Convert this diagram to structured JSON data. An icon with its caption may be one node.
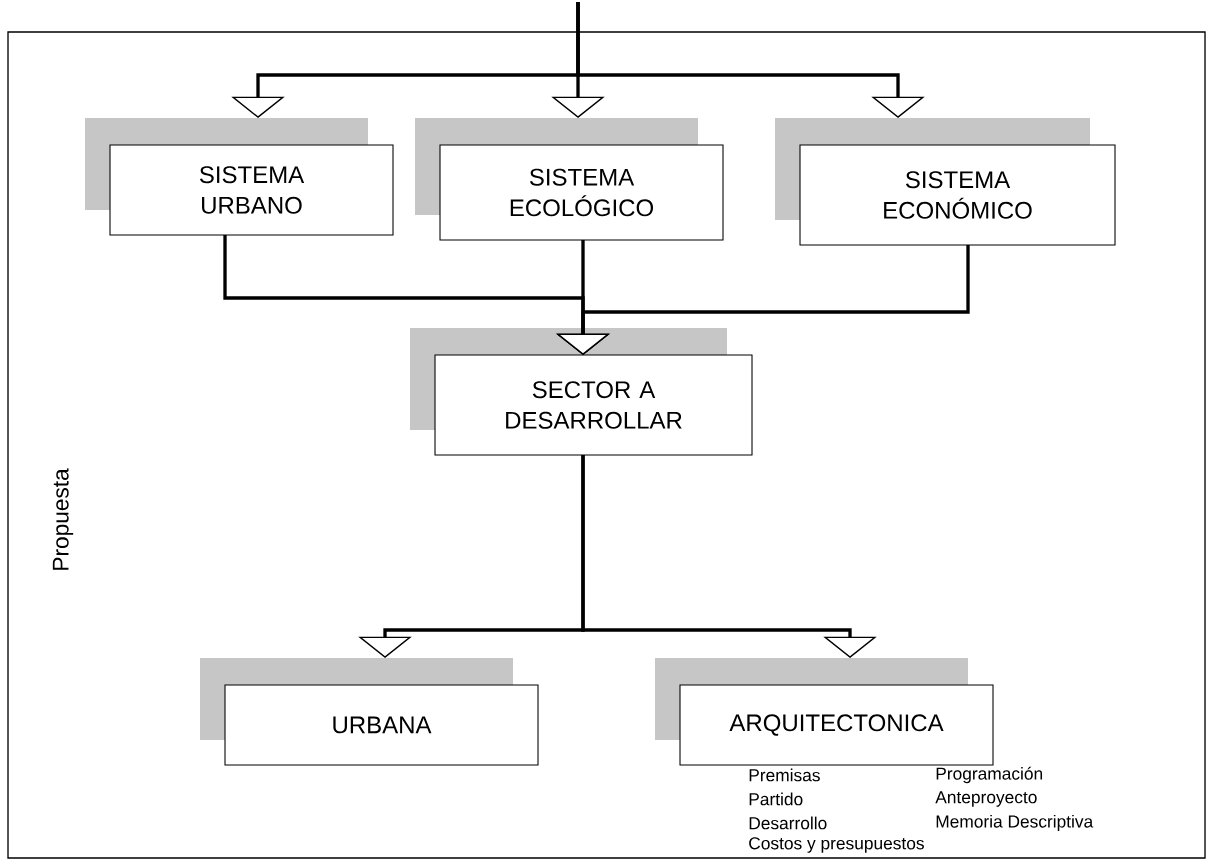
{
  "diagram": {
    "nodes": [
      {
        "text": [
          "Propuesta"
        ]
      },
      {
        "text": [
          "SISTEMA URBANO"
        ],
        "in": 0
      },
      {
        "text": [
          "SISTEMA ECOLÓGICO"
        ],
        "in": 0
      },
      {
        "text": [
          "SISTEMA ECONÓMICO"
        ],
        "in": 0
      },
      {
        "text": [
          "SECTOR A DESARROLLAR"
        ],
        "in": 0
      },
      {
        "text": [
          "URBANA"
        ],
        "in": 0
      },
      {
        "text": [
          "ARQUITECTONICA"
        ],
        "in": 0,
        "beside": [
          "Premisas",
          "Programación",
          "Partido",
          "Anteproyecto",
          "Desarrollo",
          "Memoria Descriptiva",
          "Costos y presupuestos"
        ]
      }
    ],
    "edges": [
      {
        "from": null,
        "to": 1,
        "arrow": "to"
      },
      {
        "from": null,
        "to": 2,
        "arrow": "to"
      },
      {
        "from": null,
        "to": 3,
        "arrow": "to"
      },
      {
        "from": 1,
        "to": 4,
        "arrow": "to"
      },
      {
        "from": 2,
        "to": 4,
        "arrow": "to"
      },
      {
        "from": 3,
        "to": 4,
        "arrow": "to"
      },
      {
        "from": 4,
        "to": 5,
        "arrow": "to"
      },
      {
        "from": 4,
        "to": 6,
        "arrow": "to"
      }
    ]
  }
}
